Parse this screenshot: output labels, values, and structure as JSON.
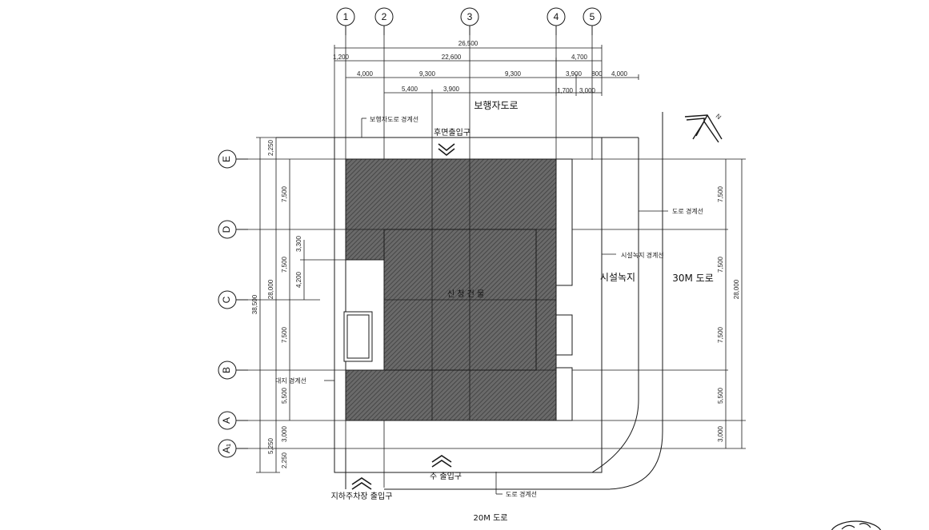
{
  "grid": {
    "columns": [
      "1",
      "2",
      "3",
      "4",
      "5"
    ],
    "rows": [
      "E",
      "D",
      "C",
      "B",
      "A",
      "A₁"
    ]
  },
  "dimensions": {
    "top": {
      "overall": "26,500",
      "row2": [
        "1,200",
        "22,600",
        "4,700"
      ],
      "row3": [
        "4,000",
        "9,300",
        "9,300",
        "3,900",
        "800",
        "4,000"
      ],
      "row4": [
        "5,400",
        "3,900",
        "1,700",
        "3,000"
      ]
    },
    "left": {
      "overall": "38,500",
      "main": [
        "2,250",
        "7,500",
        "7,500",
        "7,500",
        "5,500",
        "3,000",
        "2,250"
      ],
      "sub_total": "28,000",
      "bottom_sub": "5,250",
      "inner": [
        "3,300",
        "4,200"
      ]
    },
    "right": {
      "values": [
        "7,500",
        "7,500",
        "7,500",
        "5,500",
        "3,000"
      ],
      "total": "28,000"
    }
  },
  "labels": {
    "pedestrian_road": "보행자도로",
    "pedestrian_boundary": "보행자도로 경계선",
    "rear_entrance": "후면출입구",
    "new_building": "신 청 건 물",
    "green_boundary": "시설녹지 경계선",
    "green_area": "시설녹지",
    "road_30m": "30M 도로",
    "road_boundary_right": "도로 경계선",
    "site_boundary": "대지 경계선",
    "main_entrance": "주 출입구",
    "road_boundary_bottom": "도로 경계선",
    "parking_entrance": "지하주차장 출입구",
    "road_20m": "20M 도로",
    "north": "N"
  },
  "colors": {
    "building_fill": "#5a5a5a",
    "line": "#1a1a1a"
  }
}
